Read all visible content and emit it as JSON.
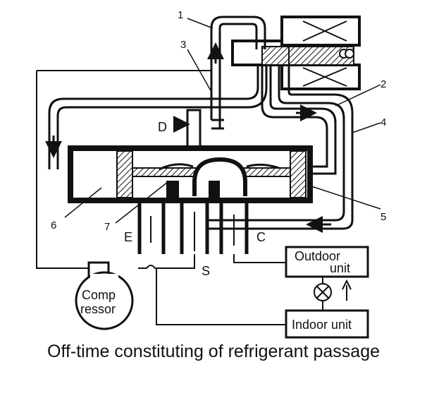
{
  "diagram": {
    "caption": "Off-time constituting of refrigerant passage",
    "callouts": {
      "n1": "1",
      "n2": "2",
      "n3": "3",
      "n4": "4",
      "n5": "5",
      "n6": "6",
      "n7": "7"
    },
    "ports": {
      "d": "D",
      "e": "E",
      "s": "S",
      "c": "C"
    },
    "components": {
      "outdoor_line1": "Outdoor",
      "outdoor_line2": "unit",
      "indoor": "Indoor unit",
      "comp_line1": "Comp",
      "comp_line2": "ressor"
    }
  }
}
